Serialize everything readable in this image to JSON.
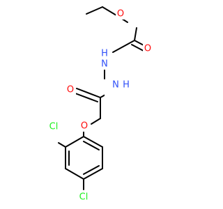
{
  "molecule": {
    "atoms": {
      "o_ester": "O",
      "o_carbonyl_carbamate": "O",
      "n_upper": "H\nN",
      "n_lower": "N\nH",
      "o_carbonyl_amide": "O",
      "o_ether": "O",
      "cl_ortho": "Cl",
      "cl_para": "Cl"
    },
    "colors": {
      "carbon": "#000000",
      "oxygen": "#ff0d0d",
      "nitrogen": "#3050f8",
      "chlorine": "#1ff01f"
    }
  }
}
